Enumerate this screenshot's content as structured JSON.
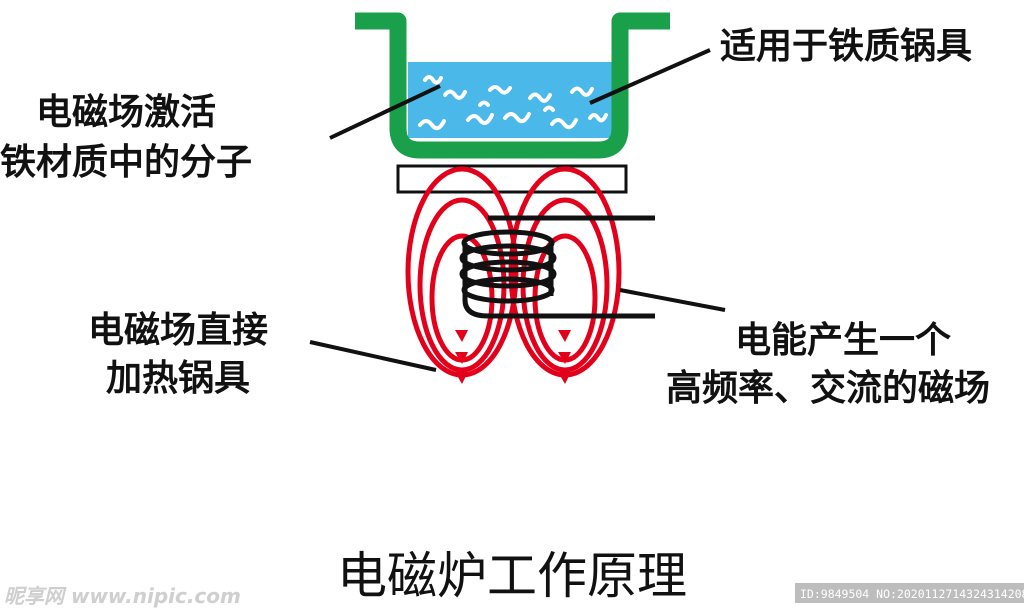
{
  "labels": {
    "cookware_line1": "适用于铁质锅具",
    "activate_line1": "电磁场激活",
    "activate_line2": "铁材质中的分子",
    "heat_line1": "电磁场直接",
    "heat_line2": "加热锅具",
    "energy_line1": "电能产生一个",
    "energy_line2": "高频率、交流的磁场"
  },
  "title": "电磁炉工作原理",
  "watermark": {
    "left": "昵享网 www.nipic.com",
    "right": "ID:9849504 NO:20201127143243142080"
  },
  "colors": {
    "pot": "#1aa04a",
    "water": "#4ab8e8",
    "field": "#e3001b",
    "coil": "#111111",
    "plate": "#ffffff",
    "watermark_bar": "#bdbdbd"
  },
  "icons": {
    "pot": "cooking-pot-icon",
    "coil": "induction-coil-icon",
    "field": "magnetic-field-loops-icon"
  }
}
